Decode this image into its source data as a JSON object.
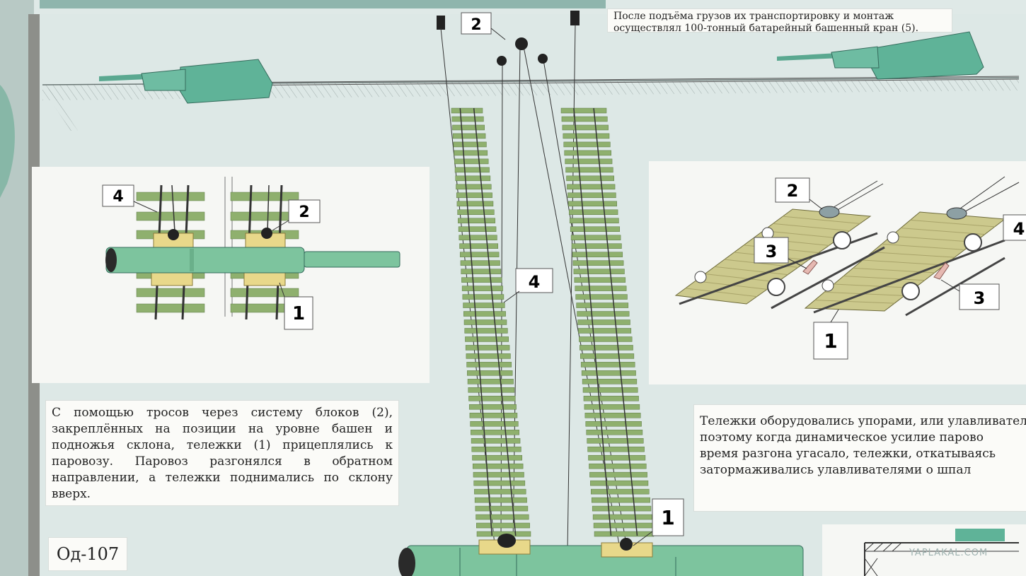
{
  "captions": {
    "top": "После подъёма грузов их транспортировку и монтаж осуществлял 100-тонный батарейный башенный кран (5).",
    "left": "С помощью тросов через систему блоков (2), закреплённых на позиции на уровне башен и подножья склона, тележки (1) прицеплялись к паровозу. Паровоз разгонялся в обратном направлении, а тележки поднимались по склону вверх.",
    "right_lines": [
      "Тележки оборудовались упорами, или улавливателя",
      "поэтому когда динамическое усилие парово",
      "время разгона угасало,   тележки, откатываясь",
      "затормаживались улавливателями о шпал"
    ]
  },
  "code": "Од-107",
  "watermark": "YAPLAKAL.COM",
  "callouts": {
    "center_block": "2",
    "center_track": "4",
    "center_cart": "1",
    "left_rails": "4",
    "left_block": "2",
    "left_cart": "1",
    "right_block": "2",
    "right_stop_left": "3",
    "right_stop_right": "3",
    "right_cart": "1",
    "right_edge": "4"
  },
  "colors": {
    "background": "#dde8e6",
    "panel": "#fbfbf8",
    "turret": "#5fb398",
    "barrel": "#7dc49e",
    "sleeper": "#8fb06e",
    "rail": "#333333",
    "cart_deck": "#ccc98d",
    "cart_yellow": "#e8d88a"
  }
}
